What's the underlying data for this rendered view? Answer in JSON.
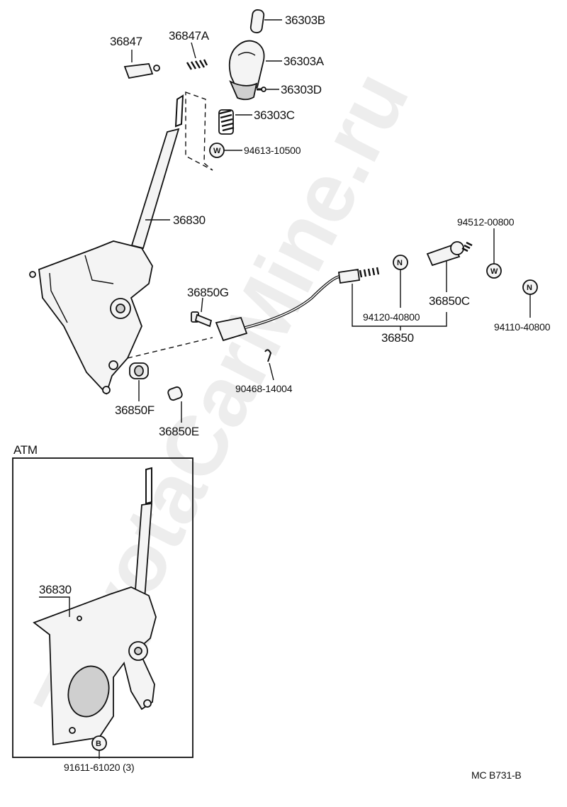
{
  "labels": {
    "p36303B": "36303B",
    "p36847": "36847",
    "p36847A": "36847A",
    "p36303A": "36303A",
    "p36303D": "36303D",
    "p36303C": "36303C",
    "p94613": "94613-10500",
    "p36830": "36830",
    "p94512": "94512-00800",
    "p36850G": "36850G",
    "p36850C": "36850C",
    "p94120": "94120-40800",
    "p36850": "36850",
    "p94110": "94110-40800",
    "p90468": "90468-14004",
    "p36850F": "36850F",
    "p36850E": "36850E",
    "atm": "ATM",
    "p36830_atm": "36830",
    "p91611": "91611-61020 (3)",
    "footer": "MC  B731-B"
  },
  "symbols": {
    "washer": "W",
    "nut": "N",
    "bolt": "B"
  },
  "watermark": "ToyotaCarMine.ru"
}
